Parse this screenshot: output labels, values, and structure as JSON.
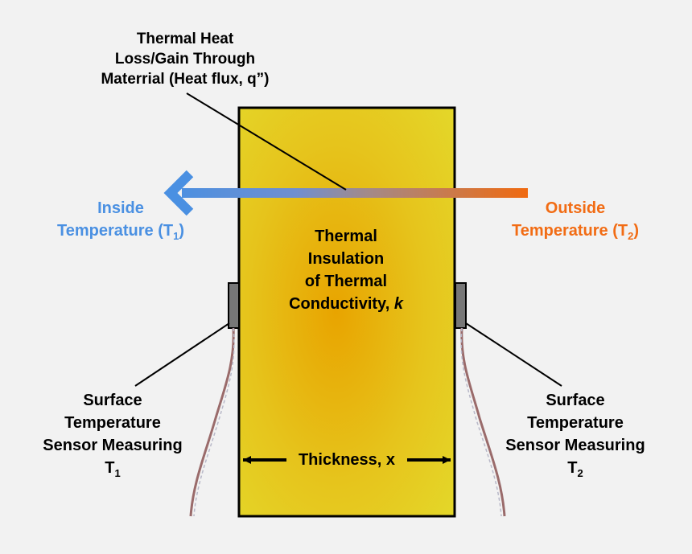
{
  "labels": {
    "heat_flux": [
      "Thermal Heat",
      "Loss/Gain Through",
      "Materrial (Heat flux, q”)"
    ],
    "inside_title": "Inside",
    "inside_temp": "Temperature (T",
    "inside_sub": "1",
    "outside_title": "Outside",
    "outside_temp": "Temperature (T",
    "outside_sub": "2",
    "insulation": [
      "Thermal",
      "Insulation",
      "of Thermal",
      "Conductivity, "
    ],
    "insulation_k": "k",
    "thickness": "Thickness, x",
    "sensor_left": [
      "Surface",
      "Temperature",
      "Sensor Measuring",
      "T"
    ],
    "sensor_left_sub": "1",
    "sensor_right": [
      "Surface",
      "Temperature",
      "Sensor Measuring",
      "T"
    ],
    "sensor_right_sub": "2"
  },
  "colors": {
    "background": "#f2f2f2",
    "insulation_center": "#e8a400",
    "insulation_edge": "#e4d82a",
    "arrow_inside": "#4a90e2",
    "arrow_outside": "#f06a10",
    "inside_text": "#4a90e2",
    "outside_text": "#f26c14",
    "sensor": "#777777"
  },
  "icons": [
    "heat-flow-arrow",
    "thickness-double-arrow",
    "temperature-sensor",
    "sensor-wire"
  ]
}
